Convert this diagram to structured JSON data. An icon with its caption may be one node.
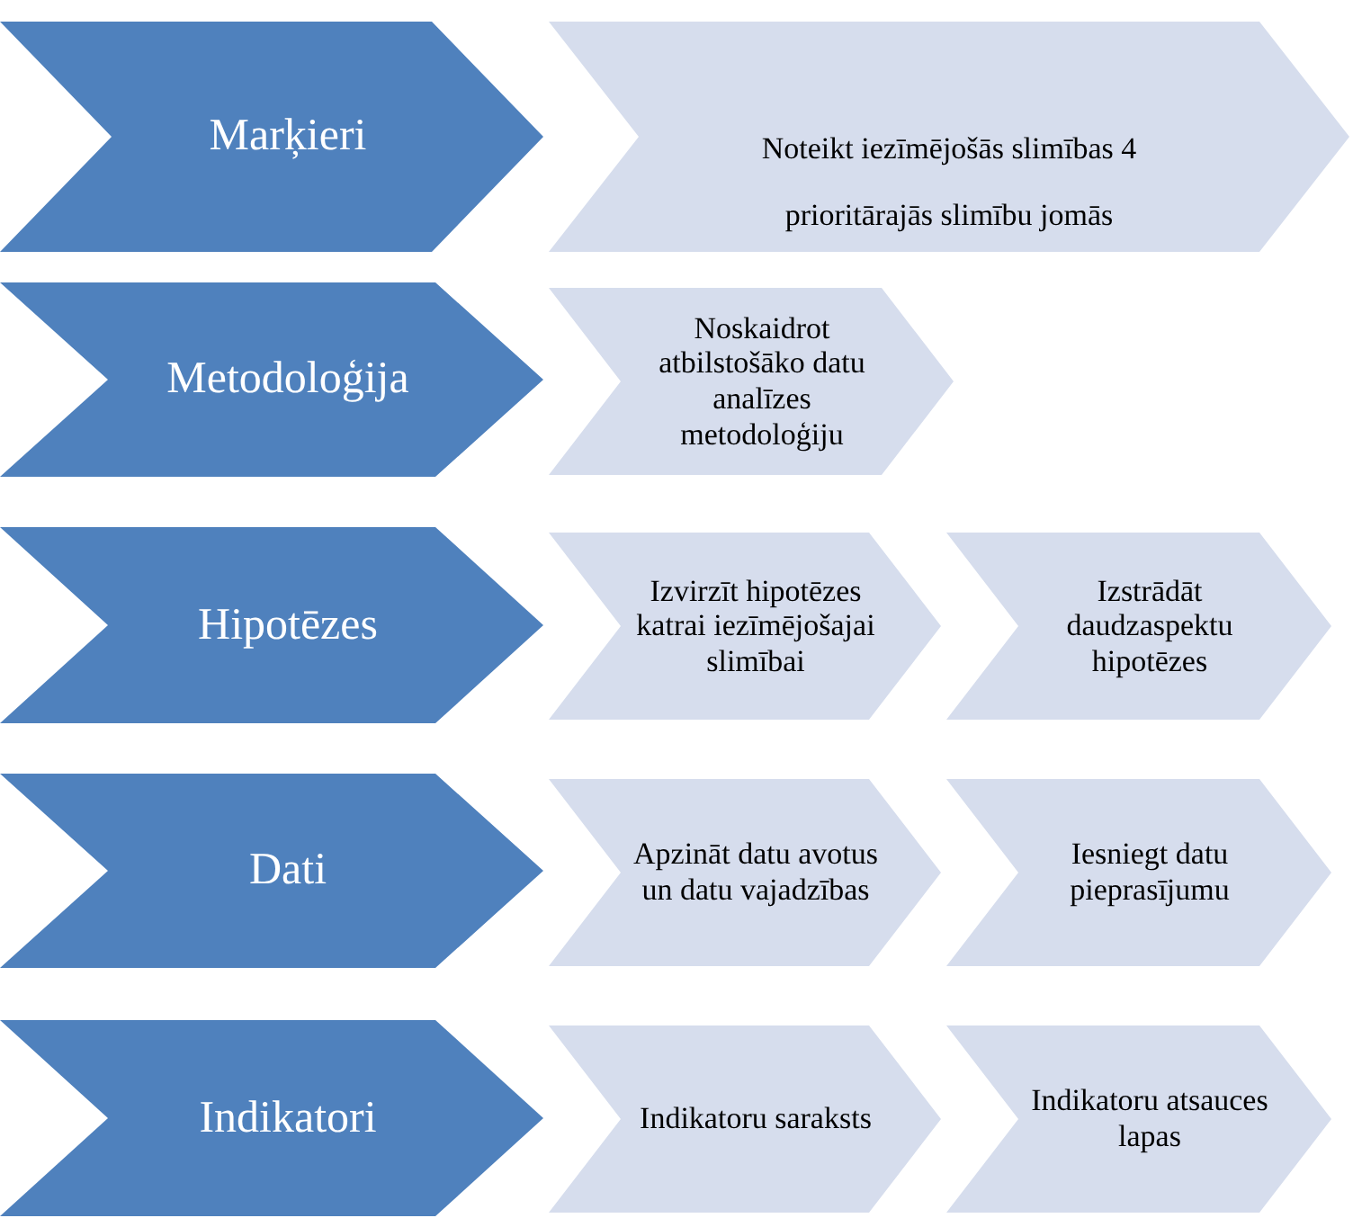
{
  "diagram": {
    "nodes": [
      {
        "text": [
          "Marķieri"
        ]
      },
      {
        "text": [
          "Noteikt iezīmējošās slimības 4 prioritārajās slimību jomās"
        ]
      },
      {
        "text": [
          "Metodoloģija"
        ]
      },
      {
        "text": [
          "Noskaidrot atbilstošāko datu analīzes metodoloģiju"
        ]
      },
      {
        "text": [
          "Hipotēzes"
        ]
      },
      {
        "text": [
          "Izvirzīt hipotēzes katrai iezīmējošajai slimībai"
        ]
      },
      {
        "text": [
          "Izstrādāt daudzaspektu hipotēzes"
        ]
      },
      {
        "text": [
          "Dati"
        ]
      },
      {
        "text": [
          "Apzināt datu avotus un datu vajadzības"
        ]
      },
      {
        "text": [
          "Iesniegt datu pieprasījumu"
        ]
      },
      {
        "text": [
          "Indikatori"
        ]
      },
      {
        "text": [
          "Indikatoru saraksts"
        ]
      },
      {
        "text": [
          "Indikatoru atsauces lapas"
        ]
      }
    ]
  }
}
